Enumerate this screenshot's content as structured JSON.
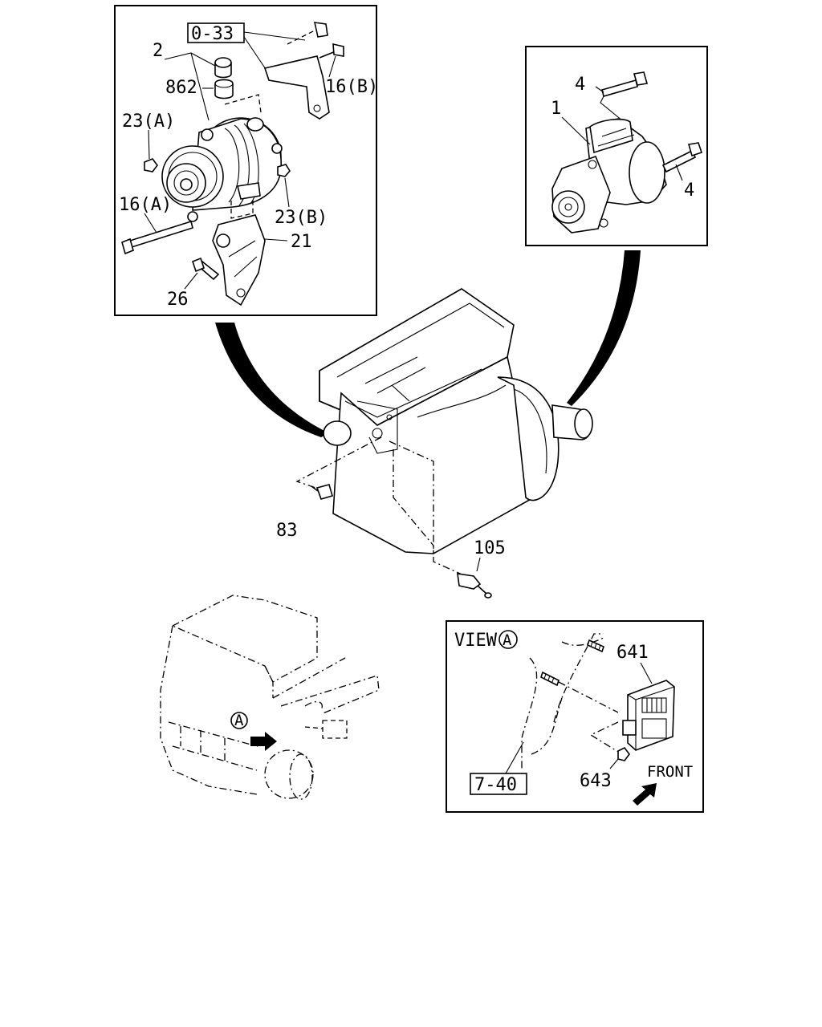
{
  "labels": {
    "ref_0_33": "0-33",
    "part_2": "2",
    "part_862": "862",
    "part_16b": "16(B)",
    "part_23a": "23(A)",
    "part_16a": "16(A)",
    "part_23b": "23(B)",
    "part_21": "21",
    "part_26": "26",
    "part_4_top": "4",
    "part_1": "1",
    "part_4_right": "4",
    "part_83": "83",
    "part_105": "105",
    "view_a_title": "VIEW",
    "view_a_letter": "A",
    "part_641": "641",
    "part_643": "643",
    "front": "FRONT",
    "ref_7_40": "7-40",
    "truck_view_letter": "A"
  }
}
